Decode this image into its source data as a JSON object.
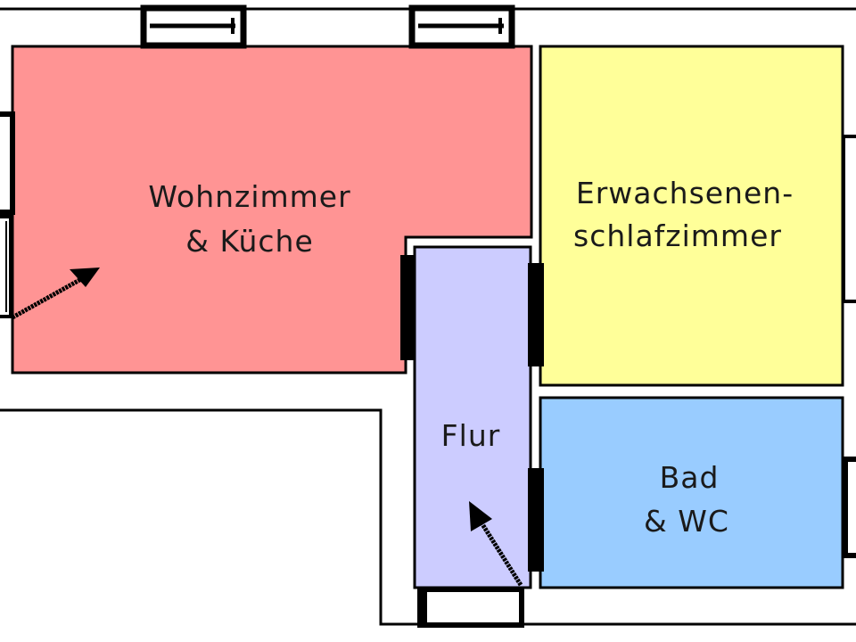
{
  "plan": {
    "colors": {
      "living": "#ff9494",
      "bedroom": "#ffff99",
      "hall": "#ccccff",
      "bath": "#99ccff",
      "wall": "#000000",
      "background": "#ffffff"
    },
    "rooms": [
      {
        "id": "living",
        "lines": [
          "Wohnzimmer",
          "& Küche"
        ]
      },
      {
        "id": "bedroom",
        "lines": [
          "Erwachsenen-",
          "schlafzimmer"
        ]
      },
      {
        "id": "hall",
        "lines": [
          "Flur"
        ]
      },
      {
        "id": "bath",
        "lines": [
          "Bad",
          "& WC"
        ]
      }
    ],
    "icons": {
      "window": "window-icon",
      "door": "door-icon",
      "arrow": "view-arrow-icon"
    }
  }
}
